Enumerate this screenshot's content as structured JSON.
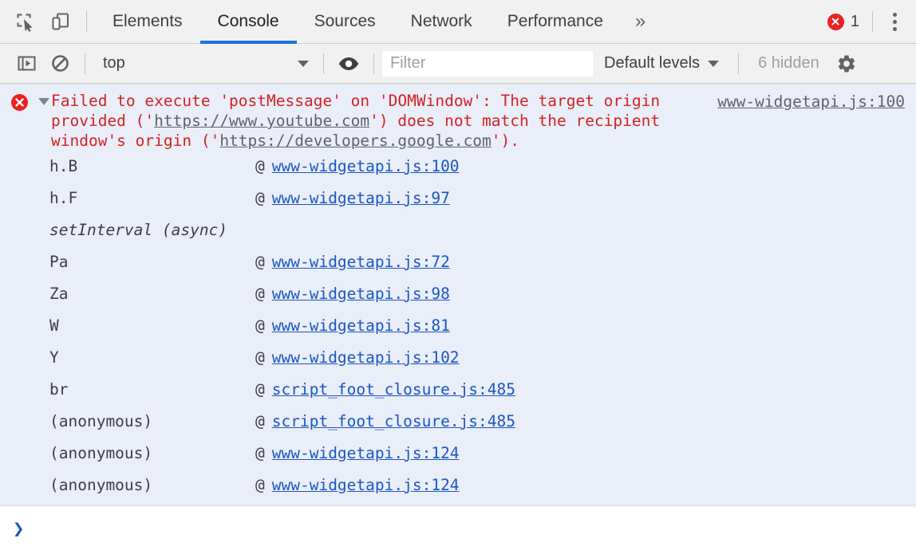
{
  "tabbar": {
    "icons": [
      {
        "name": "inspect-element-icon",
        "label": "Inspect element"
      },
      {
        "name": "device-toolbar-icon",
        "label": "Toggle device toolbar"
      }
    ],
    "tabs": [
      {
        "label": "Elements",
        "active": false
      },
      {
        "label": "Console",
        "active": true
      },
      {
        "label": "Sources",
        "active": false
      },
      {
        "label": "Network",
        "active": false
      },
      {
        "label": "Performance",
        "active": false
      }
    ],
    "more_label": "»",
    "error_count": "1",
    "accent_color": "#1a73e8",
    "error_color": "#e92222"
  },
  "filterbar": {
    "sidebar_toggle_label": "Show console sidebar",
    "clear_label": "Clear console",
    "context": "top",
    "eye_label": "Create live expression",
    "filter_placeholder": "Filter",
    "filter_value": "",
    "levels_label": "Default levels",
    "hidden_label": "6 hidden",
    "settings_label": "Console settings"
  },
  "console": {
    "error": {
      "icon": "error-icon",
      "source_link": "www-widgetapi.js:100",
      "text_parts": [
        {
          "t": "Failed to execute 'postMessage' on 'DOMWindow': The target origin provided ('",
          "link": false
        },
        {
          "t": "https://www.youtube.com",
          "link": true
        },
        {
          "t": "') does not match the recipient window's origin ('",
          "link": false
        },
        {
          "t": "https://developers.google.com",
          "link": true
        },
        {
          "t": "').",
          "link": false
        }
      ],
      "full_text": "Failed to execute 'postMessage' on 'DOMWindow': The target origin provided ('https://www.youtube.com') does not match the recipient window's origin ('https://developers.google.com')."
    },
    "stack": [
      {
        "fn": "h.B",
        "at": "@",
        "link": "www-widgetapi.js:100",
        "async": false
      },
      {
        "fn": "h.F",
        "at": "@",
        "link": "www-widgetapi.js:97",
        "async": false
      },
      {
        "fn": "setInterval (async)",
        "at": "",
        "link": "",
        "async": true
      },
      {
        "fn": "Pa",
        "at": "@",
        "link": "www-widgetapi.js:72",
        "async": false
      },
      {
        "fn": "Za",
        "at": "@",
        "link": "www-widgetapi.js:98",
        "async": false
      },
      {
        "fn": "W",
        "at": "@",
        "link": "www-widgetapi.js:81",
        "async": false
      },
      {
        "fn": "Y",
        "at": "@",
        "link": "www-widgetapi.js:102",
        "async": false
      },
      {
        "fn": "br",
        "at": "@",
        "link": "script_foot_closure.js:485",
        "async": false
      },
      {
        "fn": "(anonymous)",
        "at": "@",
        "link": "script_foot_closure.js:485",
        "async": false
      },
      {
        "fn": "(anonymous)",
        "at": "@",
        "link": "www-widgetapi.js:124",
        "async": false
      },
      {
        "fn": "(anonymous)",
        "at": "@",
        "link": "www-widgetapi.js:124",
        "async": false
      }
    ],
    "error_bg": "#eaeef8",
    "error_text_color": "#d32222",
    "link_color": "#1a56c4"
  },
  "prompt": {
    "chevron": "›",
    "value": "",
    "placeholder": ""
  }
}
